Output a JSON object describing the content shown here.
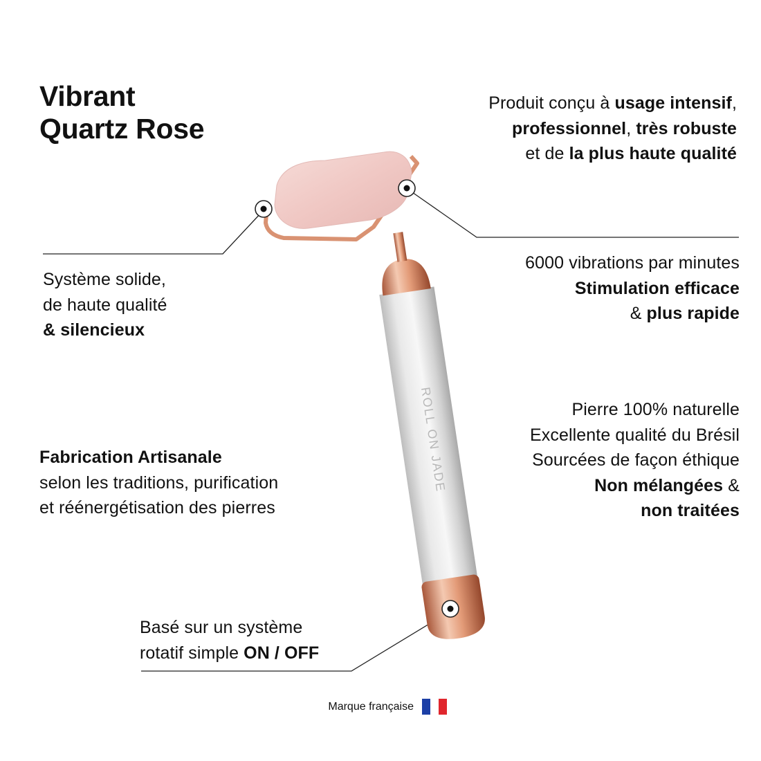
{
  "title": {
    "line1": "Vibrant",
    "line2": "Quartz Rose"
  },
  "features": {
    "quality": {
      "pre1": "Produit conçu à ",
      "bold1": "usage intensif",
      "post1": ",",
      "bold2": "professionnel",
      "mid2": ", ",
      "bold3": "très robuste",
      "pre3": "et de ",
      "bold4": "la plus haute qualité"
    },
    "system": {
      "line1": "Système solide,",
      "line2": "de haute qualité",
      "bold": "& silencieux"
    },
    "vibration": {
      "line1": "6000 vibrations par minutes",
      "bold1": "Stimulation efficace",
      "pre3": "& ",
      "bold2": "plus rapide"
    },
    "craft": {
      "bold": "Fabrication Artisanale",
      "line2": "selon les traditions, purification",
      "line3": "et réénergétisation des pierres"
    },
    "stone": {
      "line1": "Pierre 100% naturelle",
      "line2": "Excellente qualité du Brésil",
      "line3": "Sourcées de façon éthique",
      "bold1": "Non mélangées",
      "post4": " &",
      "bold2": "non traitées"
    },
    "switch": {
      "line1": "Basé sur un système",
      "pre2": "rotatif simple ",
      "bold": "ON / OFF"
    }
  },
  "product": {
    "engraving": "ROLL ON JADE"
  },
  "footer": {
    "label": "Marque française",
    "flag_colors": [
      "#1c3fa6",
      "#ffffff",
      "#e0262d"
    ]
  },
  "colors": {
    "rose_quartz": "#f1cfcc",
    "rose_gold": "#d9906f",
    "handle_silver": "#d6d6d6"
  }
}
